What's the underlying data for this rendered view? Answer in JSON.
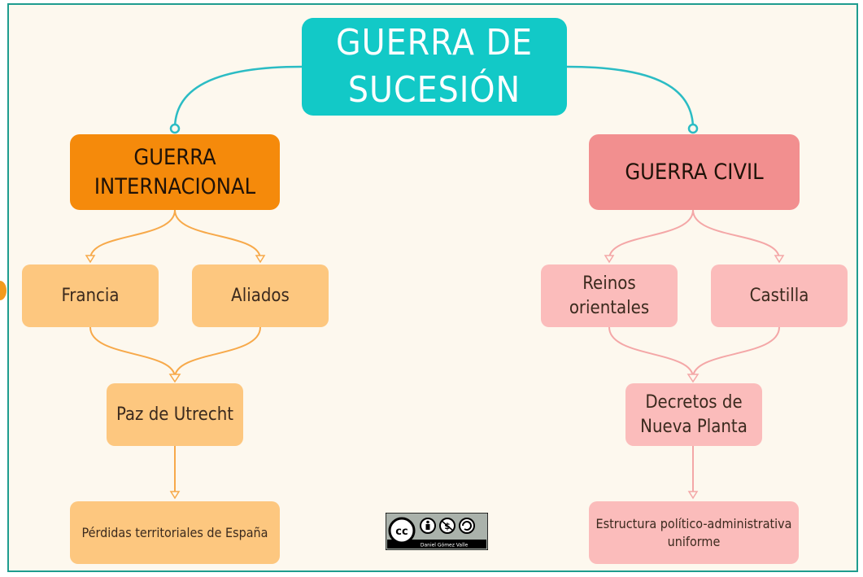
{
  "root": {
    "line1": "GUERRA DE",
    "line2": "SUCESIÓN"
  },
  "international": {
    "title_line1": "GUERRA",
    "title_line2": "INTERNACIONAL",
    "children": [
      "Francia",
      "Aliados"
    ],
    "result": "Paz de Utrecht",
    "consequence": "Pérdidas territoriales de España"
  },
  "civil": {
    "title": "GUERRA CIVIL",
    "reinos_line1": "Reinos",
    "reinos_line2": "orientales",
    "castilla": "Castilla",
    "decretos_line1": "Decretos de",
    "decretos_line2": "Nueva Planta",
    "consequence_line1": "Estructura político-administrativa",
    "consequence_line2": "uniforme"
  },
  "license": {
    "cc": "cc",
    "author": "Daniel Gómez Valle"
  },
  "colors": {
    "teal": "#12c9c7",
    "orange": "#f58a0b",
    "light_orange": "#fdc77f",
    "salmon": "#f28f8f",
    "light_pink": "#fbbcbb",
    "background": "#fdf8ee"
  }
}
